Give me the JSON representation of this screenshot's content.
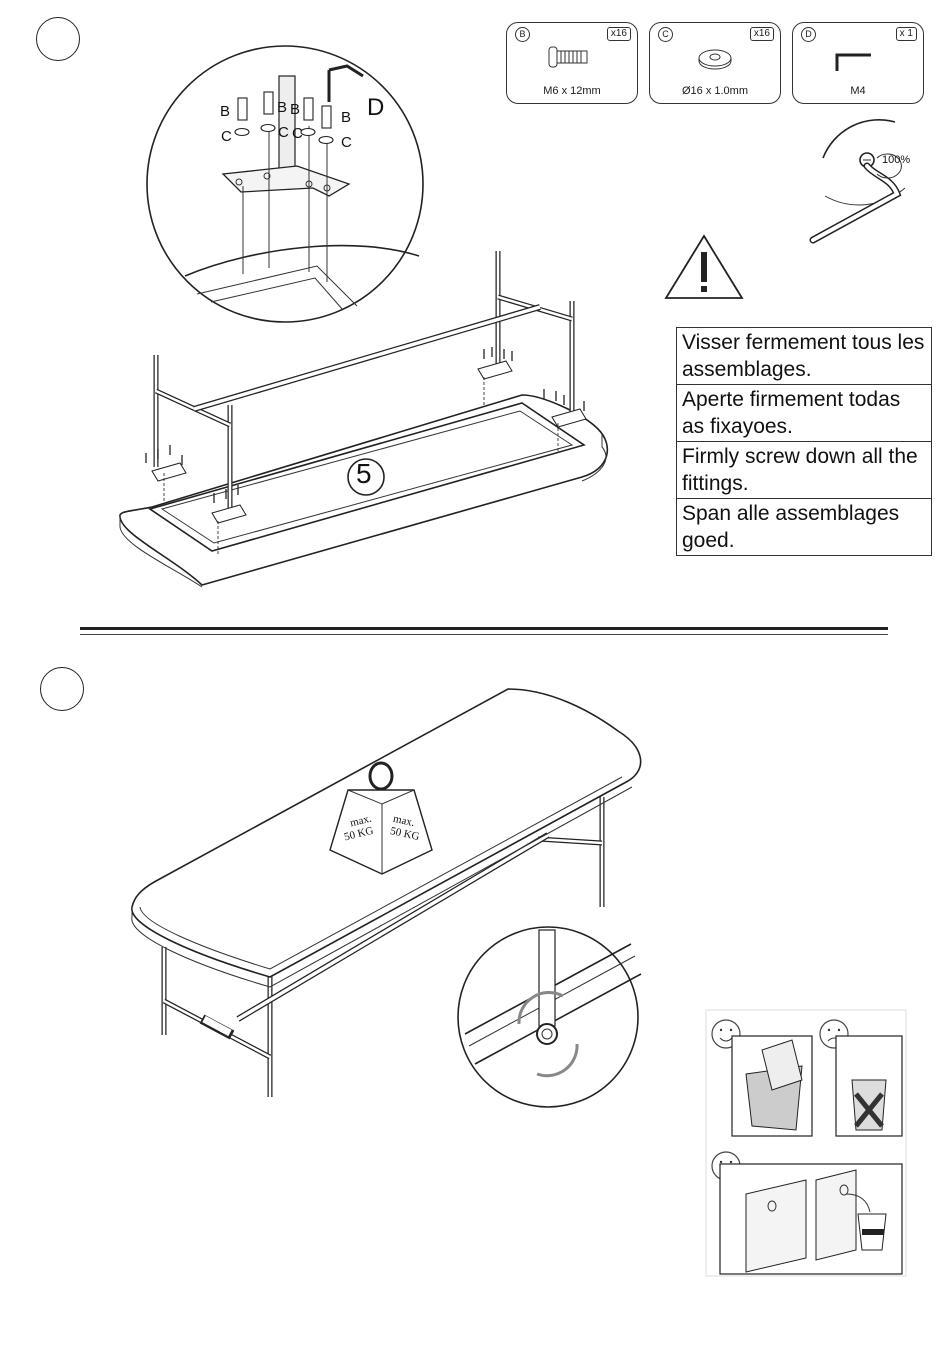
{
  "step_top": {
    "number": "5",
    "callout_labels": {
      "b": "B",
      "c": "C",
      "d": "D"
    }
  },
  "parts": [
    {
      "letter": "B",
      "qty": "x16",
      "spec": "M6 x 12mm",
      "icon": "bolt-icon"
    },
    {
      "letter": "C",
      "qty": "x16",
      "spec": "Ø16 x 1.0mm",
      "icon": "washer-icon"
    },
    {
      "letter": "D",
      "qty": "x 1",
      "spec": "M4",
      "icon": "allen-key-icon"
    }
  ],
  "torque_label": "100%",
  "warning_icon": "exclamation-triangle-icon",
  "instructions": [
    "Visser fermement tous les assemblages.",
    "Aperte firmement todas as fixayoes.",
    "Firmly screw down all the fittings.",
    "Span alle assemblages goed."
  ],
  "weight": {
    "line1": "max.",
    "line2": "50 KG"
  },
  "disposal_icons": [
    "happy-face-icon",
    "sad-face-icon",
    "happy-face-icon"
  ],
  "colors": {
    "line": "#222222",
    "background": "#ffffff"
  }
}
